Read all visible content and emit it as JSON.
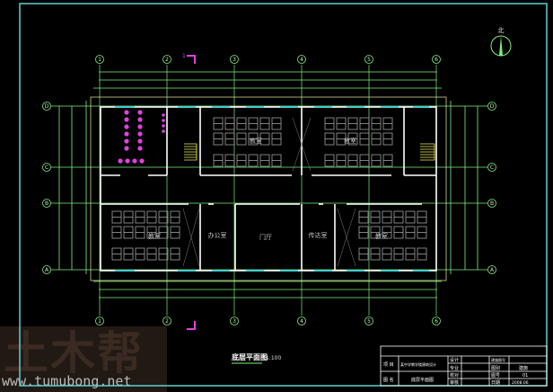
{
  "drawing": {
    "north_label": "北",
    "title": "底层平面图",
    "scale": "1:100",
    "axes_columns": [
      "1",
      "2",
      "3",
      "4",
      "5",
      "6"
    ],
    "axes_rows": [
      "A",
      "B",
      "C",
      "D"
    ],
    "rooms": {
      "classroom_1": "教室",
      "classroom_2": "教室",
      "classroom_3": "教室",
      "classroom_4": "教室",
      "office": "办公室",
      "lobby": "门厅",
      "reception": "传达室"
    },
    "section_mark": "1"
  },
  "title_block": {
    "project_label": "项 目",
    "project_name": "某中学教学楼建筑设计",
    "drawing_label": "图 名",
    "drawing_name": "底层平面图",
    "rows": [
      "设计",
      "专业",
      "校对",
      "审核"
    ],
    "right_labels": [
      "建施图号",
      "图别",
      "图号",
      "日期"
    ],
    "right_values": [
      "",
      "建施",
      "01",
      "2008.06"
    ]
  },
  "colors": {
    "wall": "#ffffff",
    "axis": "#7cf07c",
    "window": "#40d0d0",
    "furniture": "#a0a0a0",
    "toilet": "#e040e0",
    "stair": "#f0f060",
    "frame": "#60d0d0"
  },
  "watermark": {
    "logo": "土木帮",
    "url": "www.tumubong.net"
  }
}
